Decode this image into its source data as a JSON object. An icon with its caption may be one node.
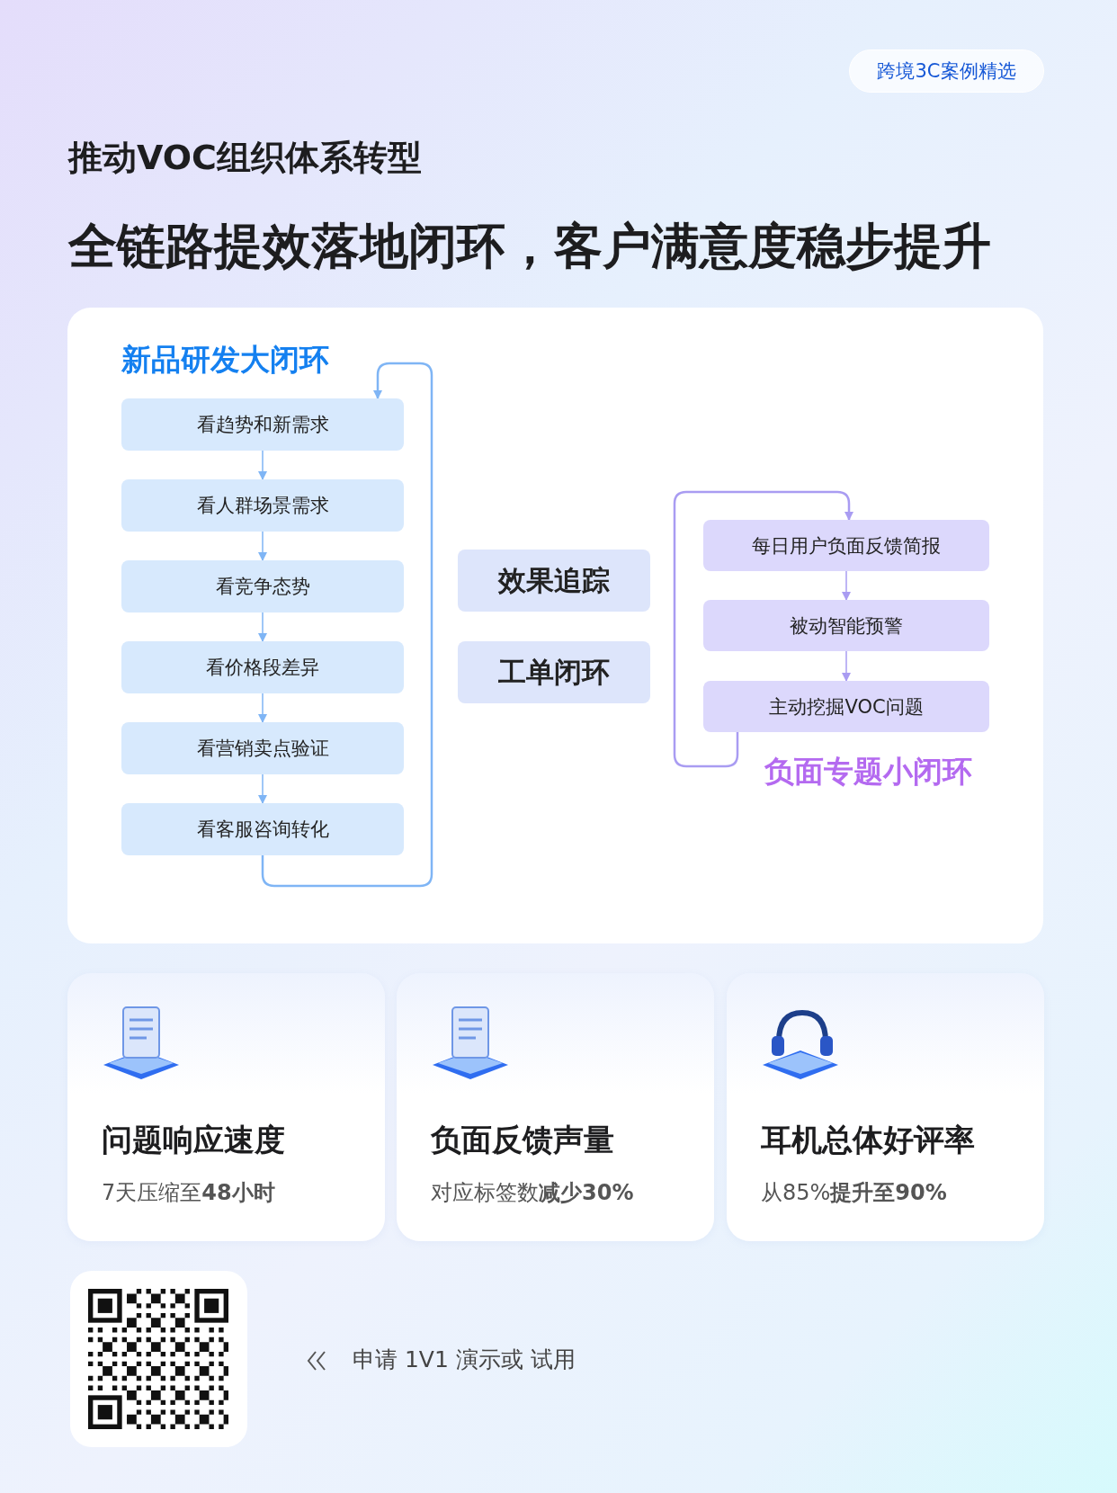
{
  "diagram": {
    "title": "推动VOC组织体系转型",
    "nodes": [
      {
        "text": [
          "跨境3C案例精选"
        ]
      },
      {
        "text": [
          "看趋势和新需求"
        ]
      },
      {
        "text": [
          "看人群场景需求"
        ]
      },
      {
        "text": [
          "看竞争态势"
        ]
      },
      {
        "text": [
          "看价格段差异"
        ]
      },
      {
        "text": [
          "看营销卖点验证"
        ]
      },
      {
        "text": [
          "看客服咨询转化"
        ]
      },
      {
        "text": [
          "效果追踪"
        ]
      },
      {
        "text": [
          "工单闭环"
        ]
      },
      {
        "text": [
          "每日用户负面反馈简报"
        ]
      },
      {
        "text": [
          "被动智能预警"
        ]
      },
      {
        "text": [
          "主动挖掘VOC问题"
        ]
      },
      {
        "text": [
          "问题响应速度",
          "7天压缩至**48小时**"
        ]
      },
      {
        "text": [
          "负面反馈声量",
          "对应标签数**减少30%**"
        ]
      },
      {
        "text": [
          "耳机总体好评率",
          "从85%**提升至90%**"
        ]
      }
    ],
    "edges": [
      {
        "from": 1,
        "to": 2,
        "arrow": "to"
      },
      {
        "from": 2,
        "to": 3,
        "arrow": "to"
      },
      {
        "from": 3,
        "to": 4,
        "arrow": "to"
      },
      {
        "from": 4,
        "to": 5,
        "arrow": "to"
      },
      {
        "from": 5,
        "to": 6,
        "arrow": "to"
      },
      {
        "from": 6,
        "to": 1,
        "arrow": "to"
      },
      {
        "from": 9,
        "to": 10,
        "arrow": "to",
        "color": "#a99cf2"
      },
      {
        "from": 10,
        "to": 11,
        "arrow": "to",
        "color": "#a99cf2"
      },
      {
        "from": 11,
        "to": 9,
        "arrow": "to",
        "color": "#a99cf2"
      }
    ],
    "labels": [
      "**全链路提效**落地闭环，**客户满意度**稳步提升",
      "新品研发大闭环",
      "负面专题小闭环",
      "申请 1V1 演示或 试用"
    ]
  }
}
